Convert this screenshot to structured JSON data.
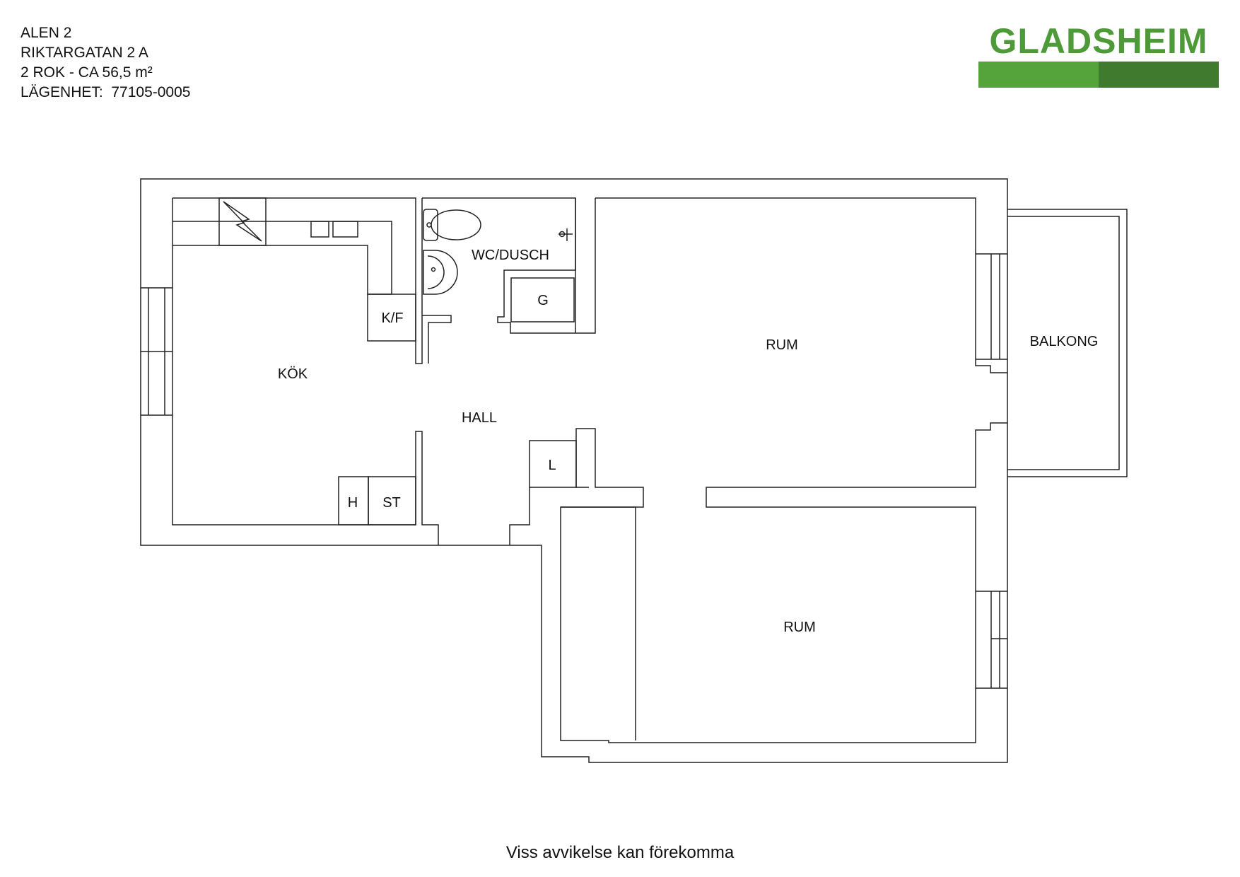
{
  "header": {
    "line1": "ALEN 2",
    "line2": "RIKTARGATAN 2 A",
    "line3": "2 ROK - CA 56,5 m²",
    "line4": "LÄGENHET:  77105-0005"
  },
  "logo": {
    "text": "GLADSHEIM",
    "text_color": "#4e9a38",
    "bar_light": "#54a33b",
    "bar_dark": "#3f7a2e"
  },
  "rooms": {
    "kok": "KÖK",
    "wc": "WC/DUSCH",
    "hall": "HALL",
    "rum1": "RUM",
    "rum2": "RUM",
    "balkong": "BALKONG",
    "kf": "K/F",
    "g": "G",
    "l": "L",
    "h": "H",
    "st": "ST"
  },
  "footer": {
    "note": "Viss avvikelse kan förekomma"
  },
  "colors": {
    "line": "#222222"
  }
}
